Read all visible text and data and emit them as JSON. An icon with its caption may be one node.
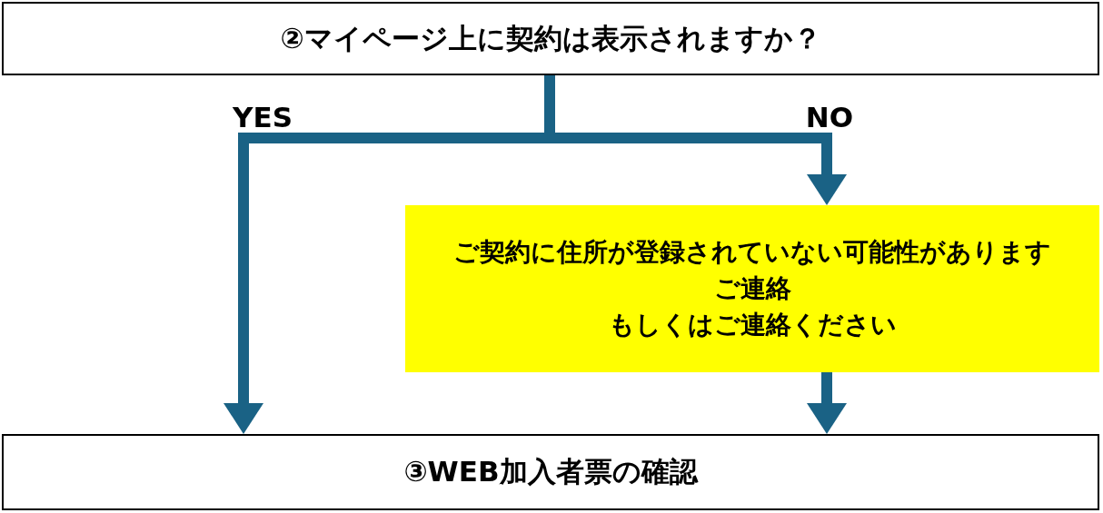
{
  "diagram": {
    "nodes": [
      {
        "text": [
          "②マイページ上に契約は表示されますか？"
        ]
      },
      {
        "text": [
          "ご契約に住所が登録されていない可能性があります",
          "ご連絡",
          "もしくはご連絡ください"
        ]
      },
      {
        "text": [
          "③WEB加入者票の確認"
        ]
      }
    ],
    "edges": [
      {
        "from": 0,
        "to": 2,
        "arrow": "to",
        "label": "YES"
      },
      {
        "from": 0,
        "to": 1,
        "arrow": "to",
        "label": "NO"
      },
      {
        "from": 1,
        "to": 2,
        "arrow": "to"
      }
    ]
  }
}
